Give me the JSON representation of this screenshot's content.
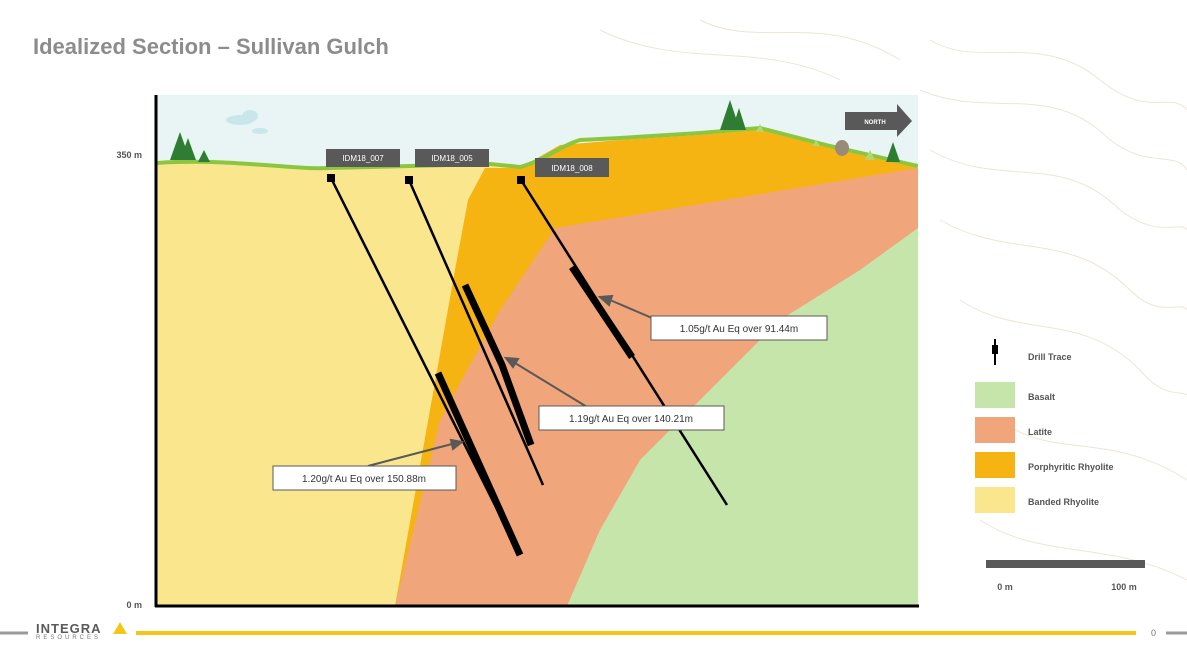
{
  "title": "Idealized Section – Sullivan Gulch",
  "axis": {
    "top_label": "350 m",
    "bottom_label": "0 m"
  },
  "north_label": "NORTH",
  "drill_holes": [
    {
      "id": "IDM18_007"
    },
    {
      "id": "IDM18_005"
    },
    {
      "id": "IDM18_008"
    }
  ],
  "intercepts": [
    {
      "text": "1.05g/t Au Eq over 91.44m"
    },
    {
      "text": "1.19g/t Au Eq over 140.21m"
    },
    {
      "text": "1.20g/t Au Eq over 150.88m"
    }
  ],
  "legend": {
    "drill_trace": "Drill Trace",
    "items": [
      {
        "label": "Basalt",
        "color": "#c6e5ab"
      },
      {
        "label": "Latite",
        "color": "#f0a57a"
      },
      {
        "label": "Porphyritic Rhyolite",
        "color": "#f5b411"
      },
      {
        "label": "Banded Rhyolite",
        "color": "#fae68c"
      }
    ]
  },
  "scale_bar": {
    "start": "0 m",
    "end": "100 m"
  },
  "colors": {
    "sky": "#e8f5f4",
    "grass": "#8cc63f",
    "tree": "#2e7d32",
    "footer_bar": "#f5c518"
  },
  "footer": {
    "logo_main": "INTEGRA",
    "logo_sub": "RESOURCES",
    "page": "0"
  }
}
